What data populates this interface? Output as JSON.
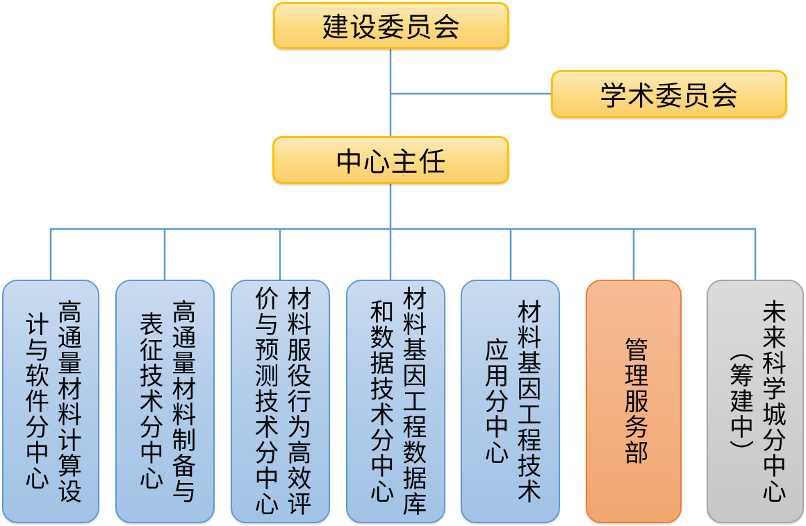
{
  "diagram": {
    "type": "org-chart",
    "nodes": {
      "construction_committee": {
        "label": "建设委员会"
      },
      "academic_committee": {
        "label": "学术委员会"
      },
      "center_director": {
        "label": "中心主任"
      },
      "departments": [
        {
          "label": "高通量材料计算设\n计与软件分中心",
          "color_scheme": "blue"
        },
        {
          "label": "高通量材料制备与\n表征技术分中心",
          "color_scheme": "blue"
        },
        {
          "label": "材料服役行为高效评\n价与预测技术分中心",
          "color_scheme": "blue"
        },
        {
          "label": "材料基因工程数据库\n和数据技术分中心",
          "color_scheme": "blue"
        },
        {
          "label": "材料基因工程技术\n应用分中心",
          "color_scheme": "blue"
        },
        {
          "label": "管理服务部",
          "color_scheme": "orange"
        },
        {
          "label": "未来科学城分中心\n（筹建中）",
          "color_scheme": "gray"
        }
      ]
    },
    "colors": {
      "yellow_fill_top": "#fdeab8",
      "yellow_fill_bottom": "#fbcf6e",
      "yellow_border": "#ffc000",
      "blue_fill_top": "#c9dbf0",
      "blue_fill_bottom": "#a2c3e6",
      "blue_border": "#5b9bd5",
      "orange_fill_top": "#f6bc95",
      "orange_fill_bottom": "#f1a772",
      "orange_border": "#ed7d31",
      "gray_fill_top": "#dcdbdb",
      "gray_fill_bottom": "#c8c6c6",
      "gray_border": "#a6a6a6",
      "connector_line": "#5b9bd5",
      "text": "#000000"
    }
  }
}
